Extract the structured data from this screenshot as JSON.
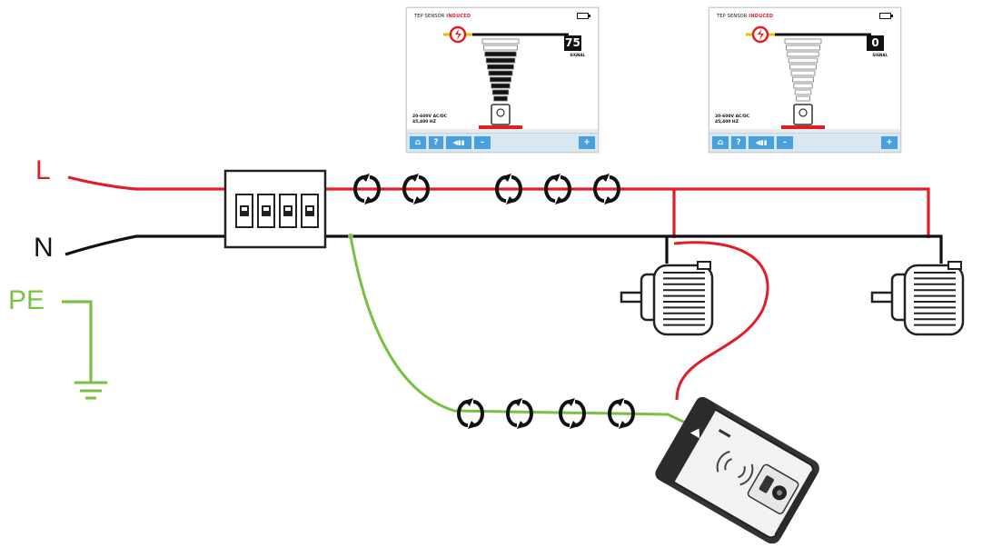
{
  "labels": {
    "line": "L",
    "neutral": "N",
    "protective_earth": "PE"
  },
  "screens": [
    {
      "header_prefix": "TEP SENSOR",
      "header_mode": "INDUCED",
      "value": "75",
      "unit": "SIGNAL",
      "spec_line1": "20-600V AC/DC",
      "spec_line2": "45,400 HZ",
      "level": 0.75
    },
    {
      "header_prefix": "TEP SENSOR",
      "header_mode": "INDUCED",
      "value": "0",
      "unit": "SIGNAL",
      "spec_line1": "20-600V AC/DC",
      "spec_line2": "45,400 HZ",
      "level": 0.0
    }
  ],
  "toolbar": {
    "home": "⌂",
    "help": "?",
    "volume": "◀▮▮",
    "minus": "–",
    "plus": "+"
  },
  "colors": {
    "line": "#e01e28",
    "neutral": "#111111",
    "earth": "#7ac143",
    "accent": "#4aa0dc"
  },
  "icons": {
    "clamp": "current-clamp-icon",
    "motor": "motor-icon",
    "breaker": "circuit-breaker-icon",
    "ground": "ground-icon",
    "tester": "receiver-device-icon",
    "signal": "wireless-signal-icon"
  }
}
